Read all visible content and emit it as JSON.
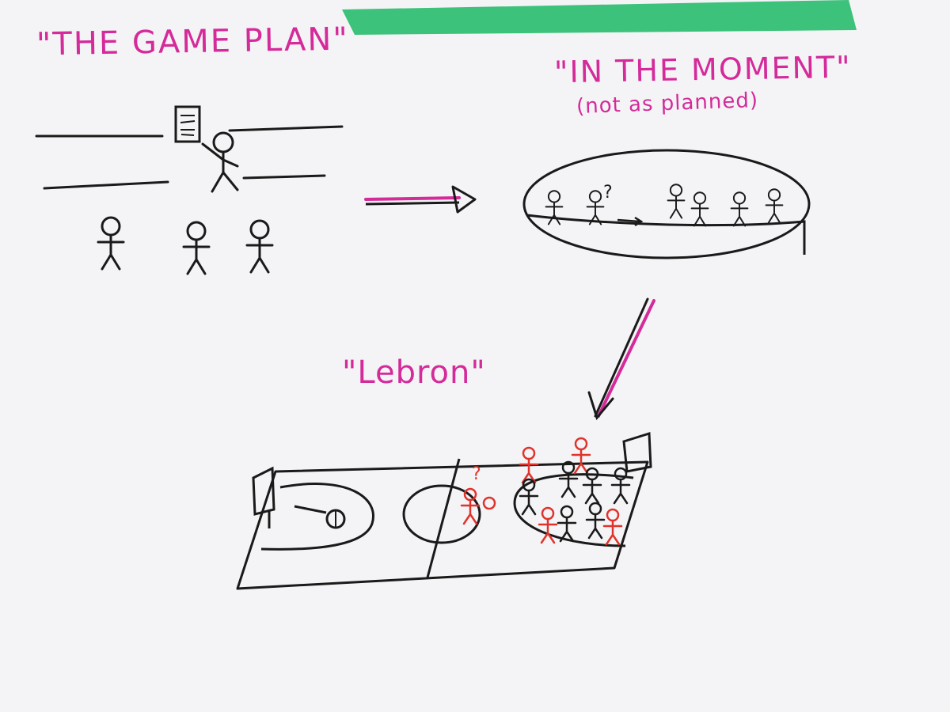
{
  "labels": {
    "game_plan": "\"THE GAME PLAN\"",
    "in_the_moment": "\"IN THE MOMENT\"",
    "not_as_planned": "(not as planned)",
    "lebron": "\"Lebron\"",
    "question_mark": "?"
  },
  "colors": {
    "ink_black": "#1a1a1a",
    "ink_magenta": "#d42a9a",
    "ink_red": "#e0332b",
    "tape_green": "#3cc27a",
    "paper": "#f4f4f6"
  },
  "icons": [
    "clipboard-icon",
    "stick-figure-icon",
    "arrow-icon",
    "basketball-hoop-icon",
    "basketball-icon"
  ]
}
